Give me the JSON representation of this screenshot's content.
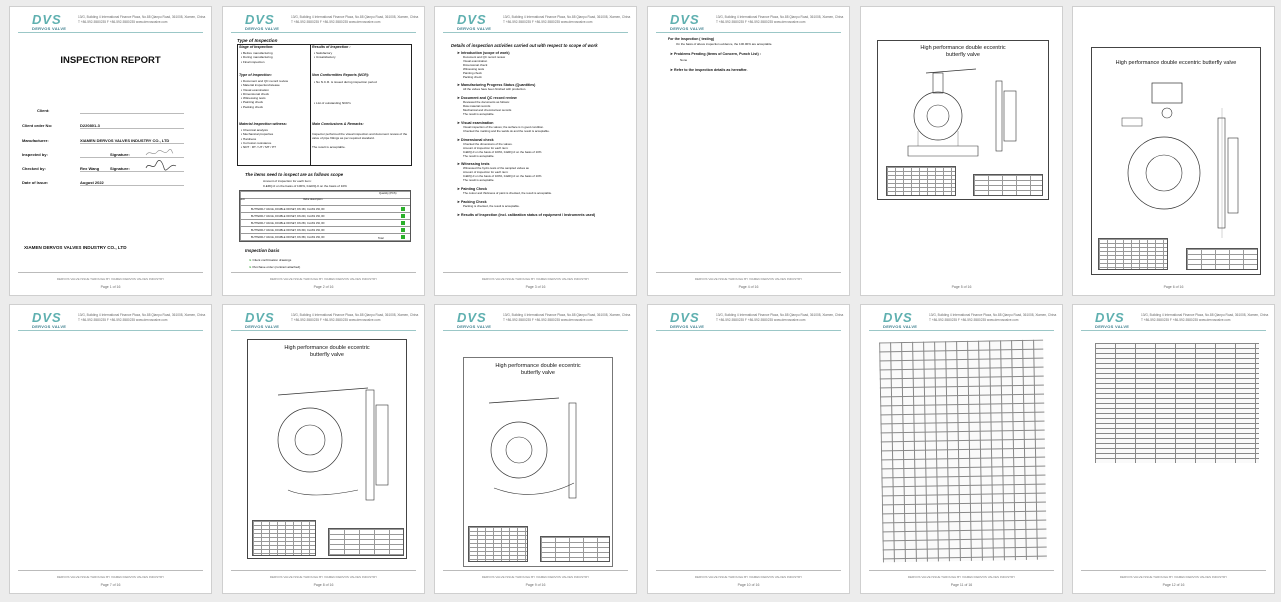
{
  "header": {
    "logo_text": "DVS",
    "logo_sub": "DERVOS VALVE",
    "address_line1": "13/G, Building 4 International Finance Plaza, No.88 Qianpu Road, 361008, Xiamen, China",
    "address_line2": "T +86-592-5580235     F +86-592-5580235     www.dervosvalve.com"
  },
  "footer_text": "DERVOS VALVE ISSUE THROUGH BY XIAMEN DERVOS VALVES INDUSTRY",
  "pages": [
    {
      "page_label": "Page 1 of 16"
    },
    {
      "page_label": "Page 2 of 16"
    },
    {
      "page_label": "Page 3 of 16"
    },
    {
      "page_label": "Page 4 of 16"
    },
    {
      "page_label": "Page 5 of 16"
    },
    {
      "page_label": "Page 6 of 16"
    },
    {
      "page_label": "Page 7 of 16"
    },
    {
      "page_label": "Page 8 of 16"
    },
    {
      "page_label": "Page 9 of 16"
    },
    {
      "page_label": "Page 10 of 16"
    },
    {
      "page_label": "Page 11 of 16"
    },
    {
      "page_label": "Page 12 of 16"
    }
  ],
  "p1": {
    "title": "INSPECTION REPORT",
    "client_label": "Client:",
    "order_label": "Client order No:",
    "order_value": "D220801-3",
    "manufacturer_label": "Manufacturer:",
    "manufacturer_value": "XIAMEN DERVOS VALVES INDUSTRY CO., LTD",
    "inspected_label": "Inspected by:",
    "signature_label": "Signature:",
    "checked_label": "Checked by:",
    "checked_value": "Rex Wang",
    "signature_label2": "Signature:",
    "date_label": "Date of Issue:",
    "date_value": "August     2022",
    "company": "XIAMEN DERVOS VALVES INDUSTRY CO., LTD"
  },
  "p2": {
    "type_heading": "Type of Inspection",
    "stage_heading": "Stage of Inspection:",
    "stage_items": [
      "Before manufacturing",
      "During manufacturing",
      "Final inspection"
    ],
    "result_heading": "Results of Inspection :",
    "result_items": [
      "Satisfactory",
      "Unsatisfactory"
    ],
    "type_heading2": "Type of Inspection:",
    "type_items": [
      "Document and QC record review",
      "Material inspection/release",
      "Visual examination",
      "Dimensional check",
      "Witnessing tests",
      "Painting check",
      "Packing check"
    ],
    "ncr_heading": "Non Conformities Reports (NCR):",
    "ncr_items": [
      "No N.C.R. is issued during inspection period",
      "List of outstanding NCR’s"
    ],
    "material_heading": "Material Inspection witness:",
    "material_items": [
      "Chemical analysis",
      "Mechanical properties",
      "Hardness",
      "Corrosion resistance",
      "NDT : RT / UT / MT / PT"
    ],
    "main_heading": "Main Conclusions & Remarks:",
    "main_text": "Inspector performed the visual inspection and document review of the valve of pipe fittings as per required standard.",
    "main_result": "The result is acceptable.",
    "items_heading": "The items need to inspect are as follows scope",
    "items_sub1": "Amount of inspection for each item:",
    "items_sub2": "0-ERQ-0 on the basis of 100%,     0-ERQ-0 on the basis of 10%",
    "table_headers": [
      "Item",
      "Valve description",
      "Quantity (PCS)"
    ],
    "table_rows": [
      "BUTTERFLY VALVE, DOUBLE OFFSET, DN 150, CLASS 150, RF",
      "BUTTERFLY VALVE, DOUBLE OFFSET, DN 200, CLASS 150, RF",
      "BUTTERFLY VALVE, DOUBLE OFFSET, DN 250, CLASS 150, RF",
      "BUTTERFLY VALVE, DOUBLE OFFSET, DN 300, CLASS 150, RF",
      "BUTTERFLY VALVE, DOUBLE OFFSET, DN 350, CLASS 150, RF"
    ],
    "total_label": "Total",
    "basis_heading": "Inspection basis",
    "basis_items": [
      "Client confirmation drawings",
      "Purchase order (contract attached)"
    ]
  },
  "p3": {
    "heading": "Details of inspection activities carried out with respect to scope of work",
    "sections": [
      {
        "title": "Introduction (scope of work)",
        "lines": [
          "Document and QC record review",
          "Visual examination",
          "Dimensional check",
          "Witnessing tests",
          "Painting check",
          "Packing check"
        ]
      },
      {
        "title": "Manufacturing Progress Status (Quantities)",
        "lines": [
          "All the valves have been finished with production."
        ]
      },
      {
        "title": "Document and QC record review",
        "lines": [
          "Reviewed the documents as follows:",
          "Raw material records",
          "Mechanical and chemical test records",
          "The result is acceptable."
        ]
      },
      {
        "title": "Visual examination",
        "lines": [
          "Visual inspection of the valves; the surface is in good condition.",
          "Checked the marking and the welds ok and the result is acceptable."
        ]
      },
      {
        "title": "Dimensional check",
        "lines": [
          "Checked the dimensions of the valves.",
          "Amount of inspection for each item:",
          "0-ERQ-0 on the basis of 100%,     0-ERQ-0 on the basis of 10%",
          "The result is acceptable."
        ]
      },
      {
        "title": "Witnessing tests",
        "lines": [
          "Witnessed the hydro tests of the sampled valves as",
          "Amount of inspection for each item:",
          "0-ERQ-0 on the basis of 100%,     0-ERQ-0 on the basis of 10%",
          "The result is acceptable."
        ]
      },
      {
        "title": "Painting Check",
        "lines": [
          "The colour and thickness of paint is checked, the result is acceptable."
        ]
      },
      {
        "title": "Packing Check",
        "lines": [
          "Packing is checked, the result is acceptable."
        ]
      },
      {
        "title": "Results of Inspection (incl. calibration status of equipment / Instruments used)",
        "lines": []
      }
    ]
  },
  "p4": {
    "line1": "For the Inspection ( testing)",
    "line2": "On the basis of above inspection evidence, the 100.00% are acceptable.",
    "problems": "Problems Pending (Items of Concern, Punch List) :",
    "problems_value": "None",
    "refer": "Refer to the inspection details as hereafter."
  },
  "drawing_title1": "High performance double eccentric",
  "drawing_title2": "butterfly valve"
}
